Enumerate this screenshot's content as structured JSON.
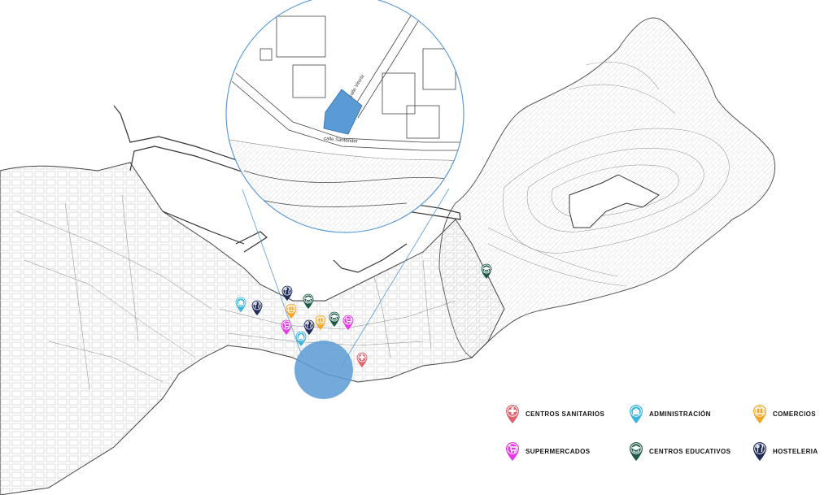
{
  "map": {
    "street_labels": [
      "calle Vitoria",
      "calle Santander"
    ]
  },
  "colors": {
    "sanitarios": "#e0626d",
    "administracion": "#39b5e0",
    "comercios": "#f5a623",
    "supermercados": "#e63ae6",
    "educativos": "#1e5a4a",
    "hosteleria": "#1e2a5a",
    "highlight": "#5b9bd5"
  },
  "legend": {
    "items": [
      {
        "key": "sanitarios",
        "label": "CENTROS SANITARIOS",
        "icon": "cross-icon"
      },
      {
        "key": "administracion",
        "label": "ADMINISTRACIÓN",
        "icon": "building-icon"
      },
      {
        "key": "comercios",
        "label": "COMERCIOS",
        "icon": "shop-icon"
      },
      {
        "key": "supermercados",
        "label": "SUPERMERCADOS",
        "icon": "cart-icon"
      },
      {
        "key": "educativos",
        "label": "CENTROS EDUCATIVOS",
        "icon": "graduation-cap-icon"
      },
      {
        "key": "hosteleria",
        "label": "HOSTELERIA",
        "icon": "cutlery-icon"
      }
    ]
  }
}
